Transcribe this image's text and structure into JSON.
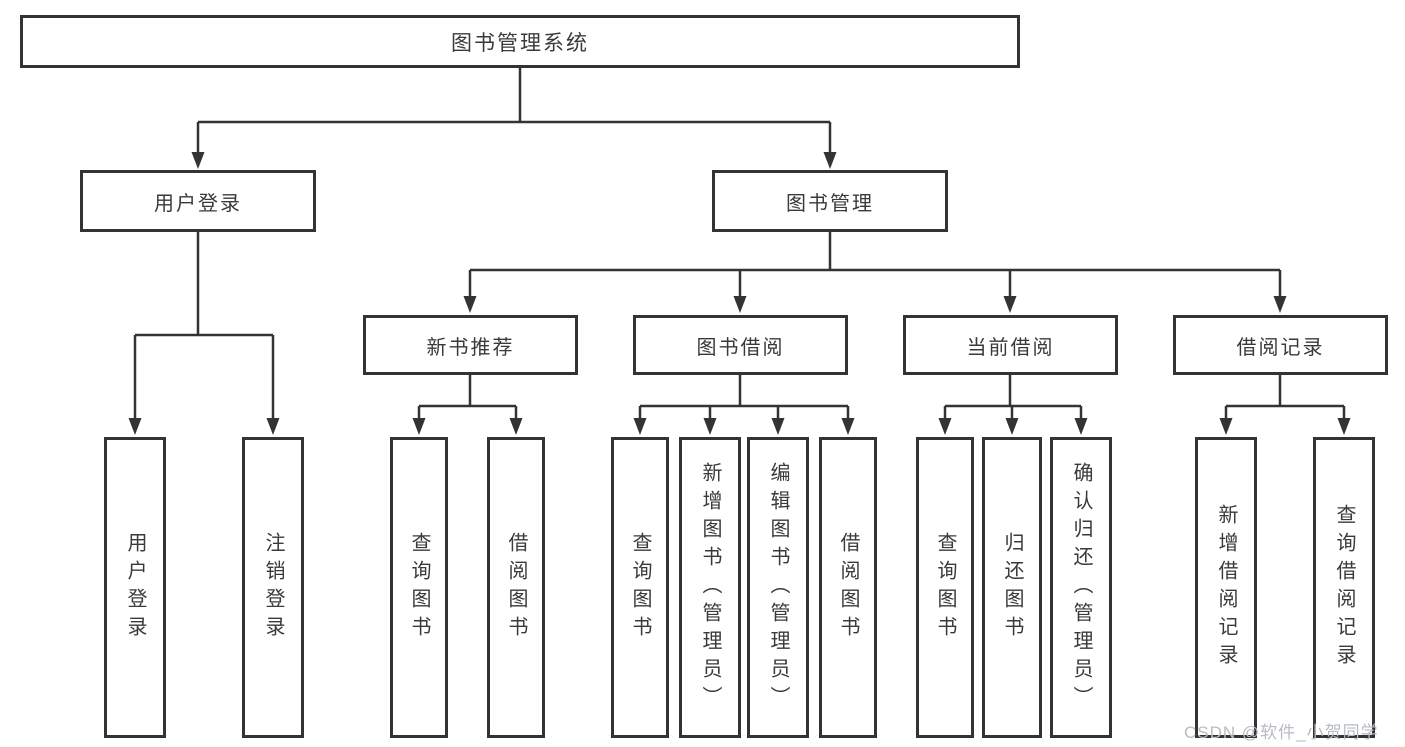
{
  "tree": {
    "label": "图书管理系统",
    "children": [
      {
        "label": "用户登录",
        "children": [
          {
            "label": "用户登录"
          },
          {
            "label": "注销登录"
          }
        ]
      },
      {
        "label": "图书管理",
        "children": [
          {
            "label": "新书推荐",
            "children": [
              {
                "label": "查询图书"
              },
              {
                "label": "借阅图书"
              }
            ]
          },
          {
            "label": "图书借阅",
            "children": [
              {
                "label": "查询图书"
              },
              {
                "label": "新增图书（管理员）"
              },
              {
                "label": "编辑图书（管理员）"
              },
              {
                "label": "借阅图书"
              }
            ]
          },
          {
            "label": "当前借阅",
            "children": [
              {
                "label": "查询图书"
              },
              {
                "label": "归还图书"
              },
              {
                "label": "确认归还（管理员）"
              }
            ]
          },
          {
            "label": "借阅记录",
            "children": [
              {
                "label": "新增借阅记录"
              },
              {
                "label": "查询借阅记录"
              }
            ]
          }
        ]
      }
    ]
  },
  "watermark": "CSDN @软件_小贺同学",
  "colors": {
    "line": "#333333",
    "text": "#3a3a3a",
    "background": "#ffffff",
    "watermark": "#b7bbc2"
  }
}
